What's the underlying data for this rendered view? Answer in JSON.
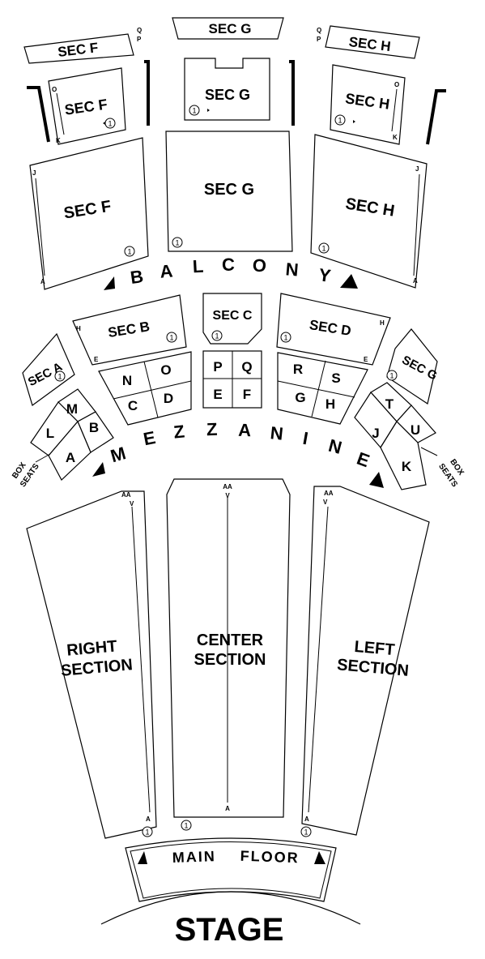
{
  "balcony": {
    "top_sections": [
      "SEC F",
      "SEC G",
      "SEC H"
    ],
    "box_sections": [
      "SEC F",
      "SEC G",
      "SEC H"
    ],
    "main_sections": [
      "SEC F",
      "SEC G",
      "SEC H"
    ],
    "rows_top_left": [
      "Q",
      "P"
    ],
    "rows_top_right": [
      "Q",
      "P"
    ],
    "box_rows": {
      "top": "O",
      "bottom": "K"
    },
    "main_rows": {
      "top": "J",
      "bottom": "A"
    },
    "label_letters": [
      "B",
      "A",
      "L",
      "C",
      "O",
      "N",
      "Y"
    ]
  },
  "mezzanine": {
    "sections": {
      "a": "SEC A",
      "b": "SEC B",
      "c": "SEC C",
      "d": "SEC D",
      "g": "SEC G"
    },
    "side_rows": {
      "top": "H",
      "bottom": "E"
    },
    "boxes": [
      "N",
      "O",
      "C",
      "D",
      "P",
      "Q",
      "E",
      "F",
      "R",
      "S",
      "G",
      "H",
      "T",
      "U",
      "J",
      "K",
      "L",
      "M",
      "A",
      "B"
    ],
    "box_seats": [
      "BOX",
      "SEATS"
    ],
    "label_letters": [
      "M",
      "E",
      "Z",
      "Z",
      "A",
      "N",
      "I",
      "N",
      "E"
    ]
  },
  "main_floor": {
    "right": [
      "RIGHT",
      "SECTION"
    ],
    "center": [
      "CENTER",
      "SECTION"
    ],
    "left": [
      "LEFT",
      "SECTION"
    ],
    "rows": {
      "top1": "AA",
      "top2": "V",
      "bottom": "A"
    },
    "label": "MAINFLOOR",
    "label_parts": [
      "MAIN",
      "FLOOR"
    ]
  },
  "stage": "STAGE",
  "exit_marker": "1"
}
